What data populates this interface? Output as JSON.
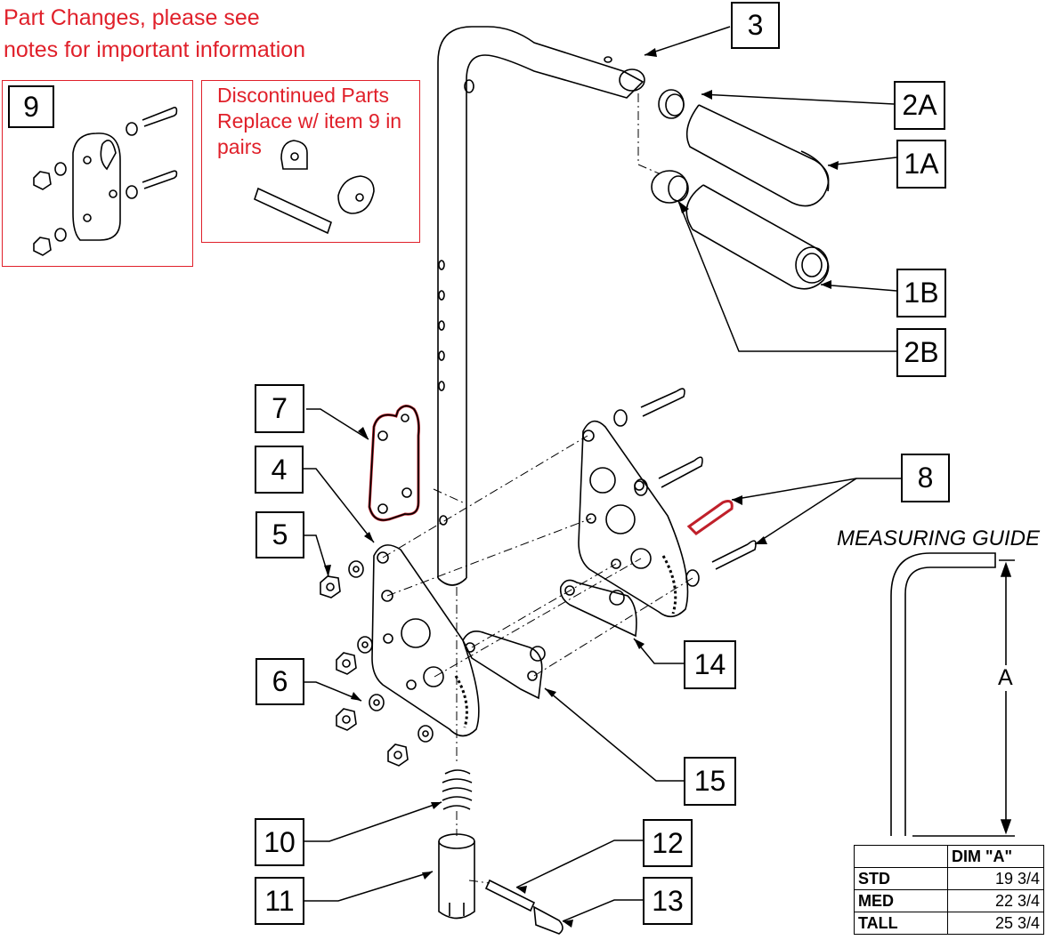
{
  "notes": {
    "line1": "Part Changes, please see",
    "line2": "notes for important information"
  },
  "discontinued": {
    "line1": "Discontinued Parts",
    "line2": "Replace w/ item 9 in",
    "line3": "pairs"
  },
  "callouts": {
    "c9": "9",
    "c3": "3",
    "c2a": "2A",
    "c1a": "1A",
    "c1b": "1B",
    "c2b": "2B",
    "c7": "7",
    "c4": "4",
    "c5": "5",
    "c8": "8",
    "c6": "6",
    "c14": "14",
    "c15": "15",
    "c10": "10",
    "c12": "12",
    "c11": "11",
    "c13": "13"
  },
  "measuring_guide": {
    "title": "MEASURING GUIDE",
    "dim_label": "A"
  },
  "dim_table": {
    "header": "DIM \"A\"",
    "rows": [
      {
        "size": "STD",
        "value": "19 3/4"
      },
      {
        "size": "MED",
        "value": "22 3/4"
      },
      {
        "size": "TALL",
        "value": "25 3/4"
      }
    ]
  },
  "colors": {
    "accent_red": "#e0202a",
    "line": "#000000"
  }
}
